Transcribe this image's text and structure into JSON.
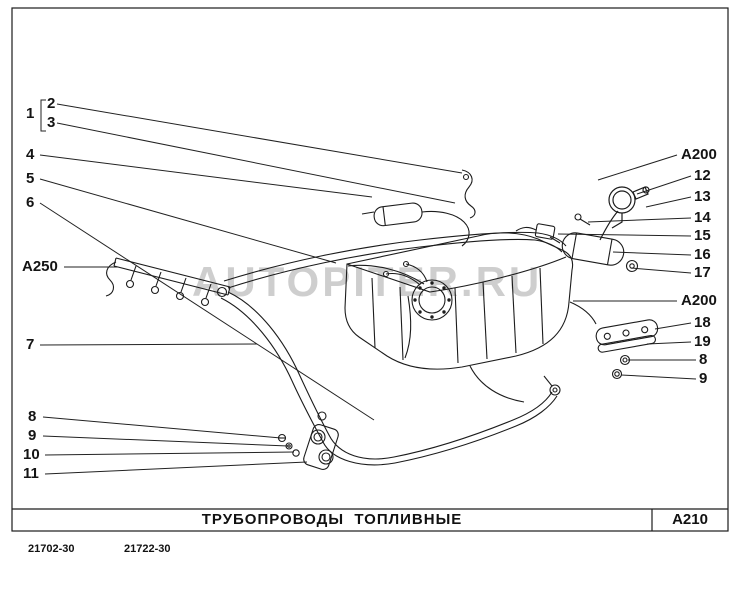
{
  "watermark": "AUTOPITER.RU",
  "diagram": {
    "callouts": {
      "n1": "1",
      "n2": "2",
      "n3": "3",
      "n4": "4",
      "n5": "5",
      "n6": "6",
      "a250": "A250",
      "n7": "7",
      "n8": "8",
      "n9": "9",
      "n10": "10",
      "n11": "11",
      "a200_top": "A200",
      "n12": "12",
      "n13": "13",
      "n14": "14",
      "n15": "15",
      "n16": "16",
      "n17": "17",
      "a200_bottom": "A200",
      "n18": "18",
      "n19": "19",
      "n8_right": "8",
      "n9_right": "9"
    }
  },
  "title_block": {
    "title": "ТРУБОПРОВОДЫ  ТОПЛИВНЫЕ",
    "code": "A210"
  },
  "footer": {
    "code_left": "21702-30",
    "code_right": "21722-30"
  }
}
